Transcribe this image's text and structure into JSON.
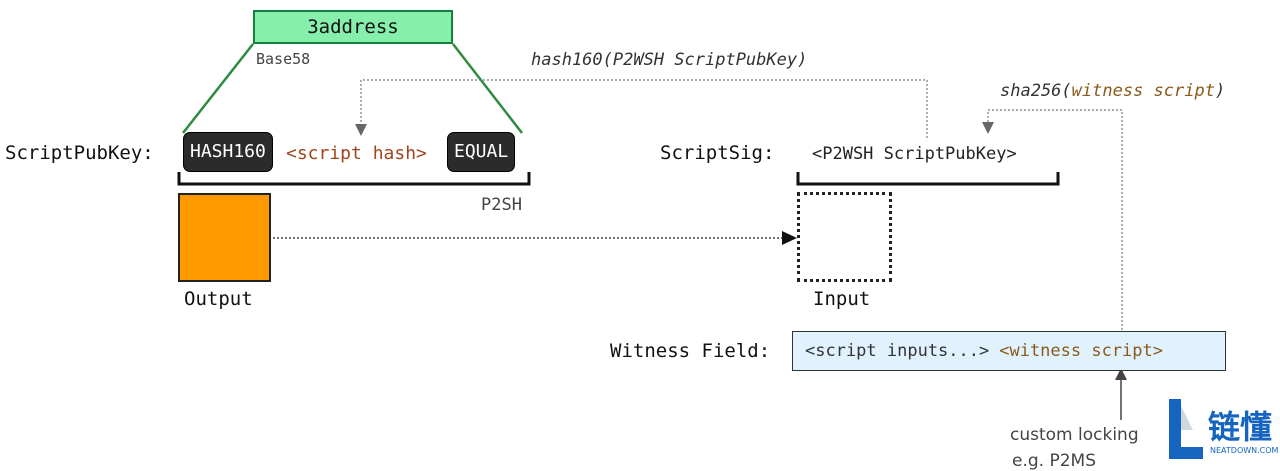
{
  "address": {
    "label": "3address",
    "encoding": "Base58"
  },
  "annotations": {
    "hash160": "hash160(P2WSH ScriptPubKey)",
    "sha256_prefix": "sha256(",
    "sha256_arg": "witness script",
    "sha256_suffix": ")"
  },
  "scriptpubkey": {
    "label": "ScriptPubKey:",
    "op1": "HASH160",
    "hash": "<script hash>",
    "op2": "EQUAL",
    "type": "P2SH"
  },
  "output": {
    "label": "Output"
  },
  "scriptsig": {
    "label": "ScriptSig:",
    "value": "<P2WSH ScriptPubKey>"
  },
  "input": {
    "label": "Input"
  },
  "witness": {
    "label": "Witness Field:",
    "inputs": "<script inputs...>",
    "script": "<witness script>"
  },
  "custom": {
    "line1": "custom locking",
    "line2": "e.g. P2MS"
  },
  "logo": {
    "text": "链懂",
    "sub": "NEATDOWN.COM"
  },
  "colors": {
    "address_fill": "#86efac",
    "output_fill": "#ff9900",
    "witness_fill": "#e0f2fe",
    "op_fill": "#2b2b2b",
    "logo_blue": "#1565c0"
  }
}
